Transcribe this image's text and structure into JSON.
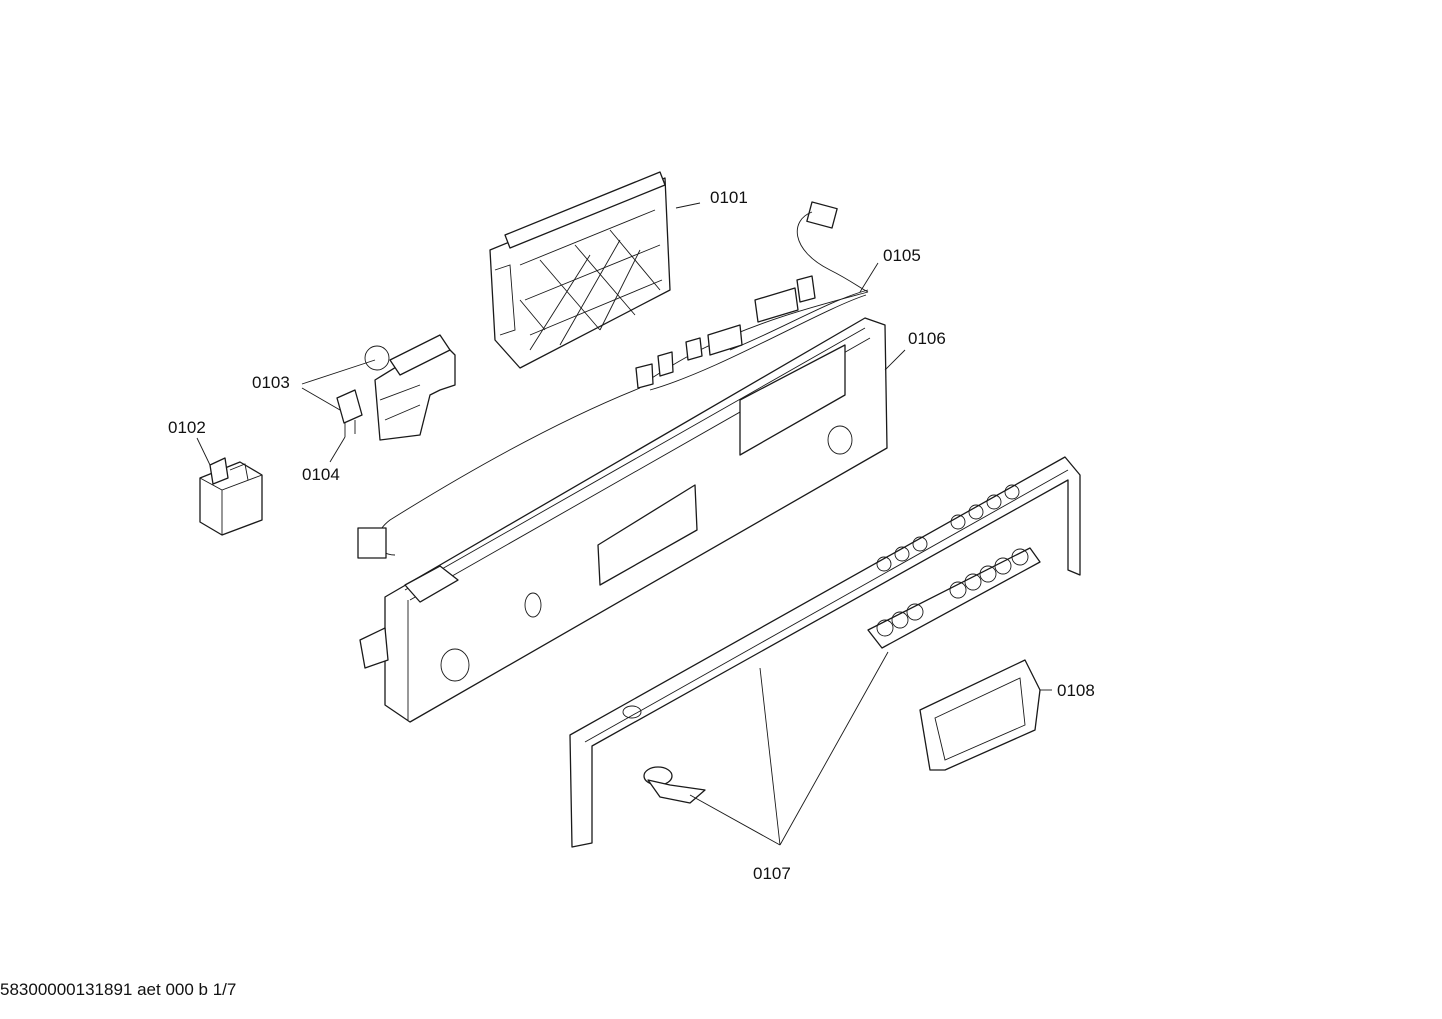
{
  "footer": {
    "document_id": "58300000131891 aet 000 b 1/7"
  },
  "callouts": {
    "c0101": "0101",
    "c0102": "0102",
    "c0103": "0103",
    "c0104": "0104",
    "c0105": "0105",
    "c0106": "0106",
    "c0107": "0107",
    "c0108": "0108"
  }
}
